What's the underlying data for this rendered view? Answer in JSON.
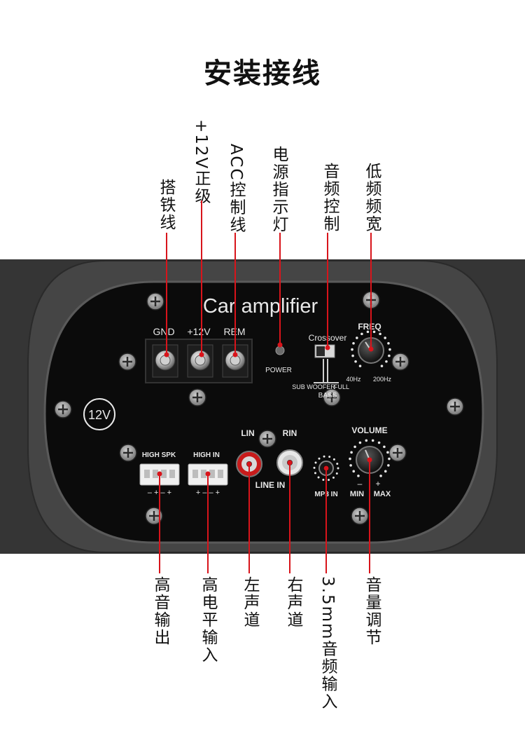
{
  "title": "安装接线",
  "top_labels": {
    "ground": "搭铁线",
    "plus12v": "+12V正级",
    "acc": "ACC控制线",
    "power_led": "电源指示灯",
    "crossover": "音频控制",
    "bandwidth": "低频频宽"
  },
  "bottom_labels": {
    "high_out": "高音输出",
    "high_in": "高电平输入",
    "left": "左声道",
    "right": "右声道",
    "mp3": "3.5mm音频输入",
    "volume": "音量调节"
  },
  "panel": {
    "brand": "Car amplifier",
    "terminals": [
      "GND",
      "+12V",
      "REM"
    ],
    "power": "POWER",
    "crossover": "Crossover",
    "sub_woofer": "SUB WOOFER",
    "full": "FULL",
    "bass": "BASS",
    "freq": "FREQ",
    "freq_min": "40Hz",
    "freq_max": "200Hz",
    "badge": "12V",
    "high_spk": "HIGH SPK",
    "high_in": "HIGH IN",
    "high_spk_pol": "– + – +",
    "high_in_pol": "+ – – +",
    "lin": "LIN",
    "rin": "RIN",
    "line_in": "LINE IN",
    "mp3_in": "MP3 IN",
    "volume": "VOLUME",
    "vol_minus": "–",
    "vol_plus": "+",
    "vol_min": "MIN",
    "vol_max": "MAX"
  },
  "colors": {
    "leader": "#d8141b",
    "panel": "#0b0b0b",
    "housing": "#3a3a3a"
  }
}
